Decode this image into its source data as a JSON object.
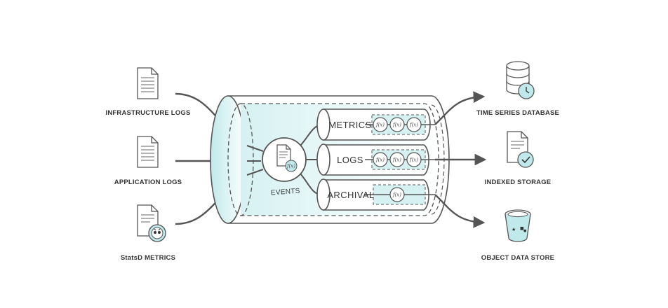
{
  "sources": [
    {
      "label": "INFRASTRUCTURE LOGS",
      "icon": "document-icon"
    },
    {
      "label": "APPLICATION LOGS",
      "icon": "document-icon"
    },
    {
      "label": "StatsD METRICS",
      "icon": "document-owl-icon"
    }
  ],
  "hub": {
    "label": "EVENTS",
    "icon": "document-function-icon"
  },
  "channels": [
    {
      "label": "METRICS",
      "functions": [
        "f(x)",
        "f(x)",
        "f(x)"
      ]
    },
    {
      "label": "LOGS",
      "functions": [
        "f(x)",
        "f(x)",
        "f(x)"
      ]
    },
    {
      "label": "ARCHIVAL",
      "functions": [
        "f(x)"
      ]
    }
  ],
  "destinations": [
    {
      "label": "TIME SERIES DATABASE",
      "icon": "database-clock-icon"
    },
    {
      "label": "INDEXED STORAGE",
      "icon": "document-check-icon"
    },
    {
      "label": "OBJECT DATA STORE",
      "icon": "bucket-icon"
    }
  ],
  "colors": {
    "accent": "#bfe9ea",
    "accent_dark": "#7fcfd2",
    "stroke": "#555555",
    "text": "#333333"
  }
}
